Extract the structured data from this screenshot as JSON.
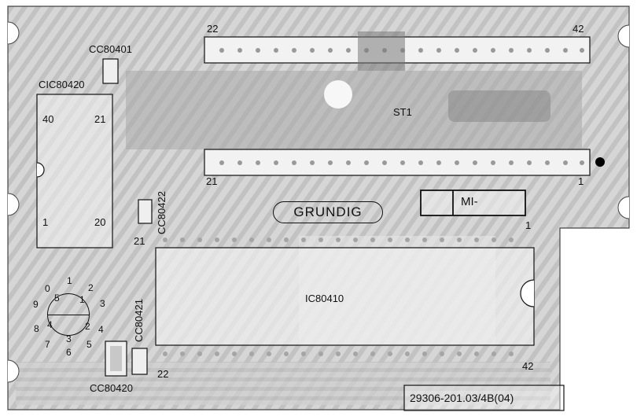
{
  "board": {
    "components": {
      "st1": "ST1",
      "cic80420": "CIC80420",
      "ic80410": "IC80410",
      "cc80401": "CC80401",
      "cc80422": "CC80422",
      "cc80421": "CC80421",
      "cc80420": "CC80420"
    },
    "connector_pins": {
      "top_left": "22",
      "top_right": "42",
      "bottom_left": "21",
      "bottom_right": "1"
    },
    "cic_pins": {
      "top_left": "40",
      "top_right": "21",
      "bottom_left": "1",
      "bottom_right": "20"
    },
    "ic_pins": {
      "top_right": "1",
      "top_left": "21",
      "bottom_left": "22",
      "bottom_right": "42"
    },
    "brand": "GRUNDIG",
    "mi_label": "MI-",
    "part_number": "29306-201.03/4B(04)",
    "dial": {
      "outer": [
        "0",
        "1",
        "2",
        "3",
        "4",
        "5",
        "6",
        "7",
        "8",
        "9"
      ],
      "inner": [
        "5",
        "1",
        "2",
        "3",
        "4"
      ]
    }
  }
}
